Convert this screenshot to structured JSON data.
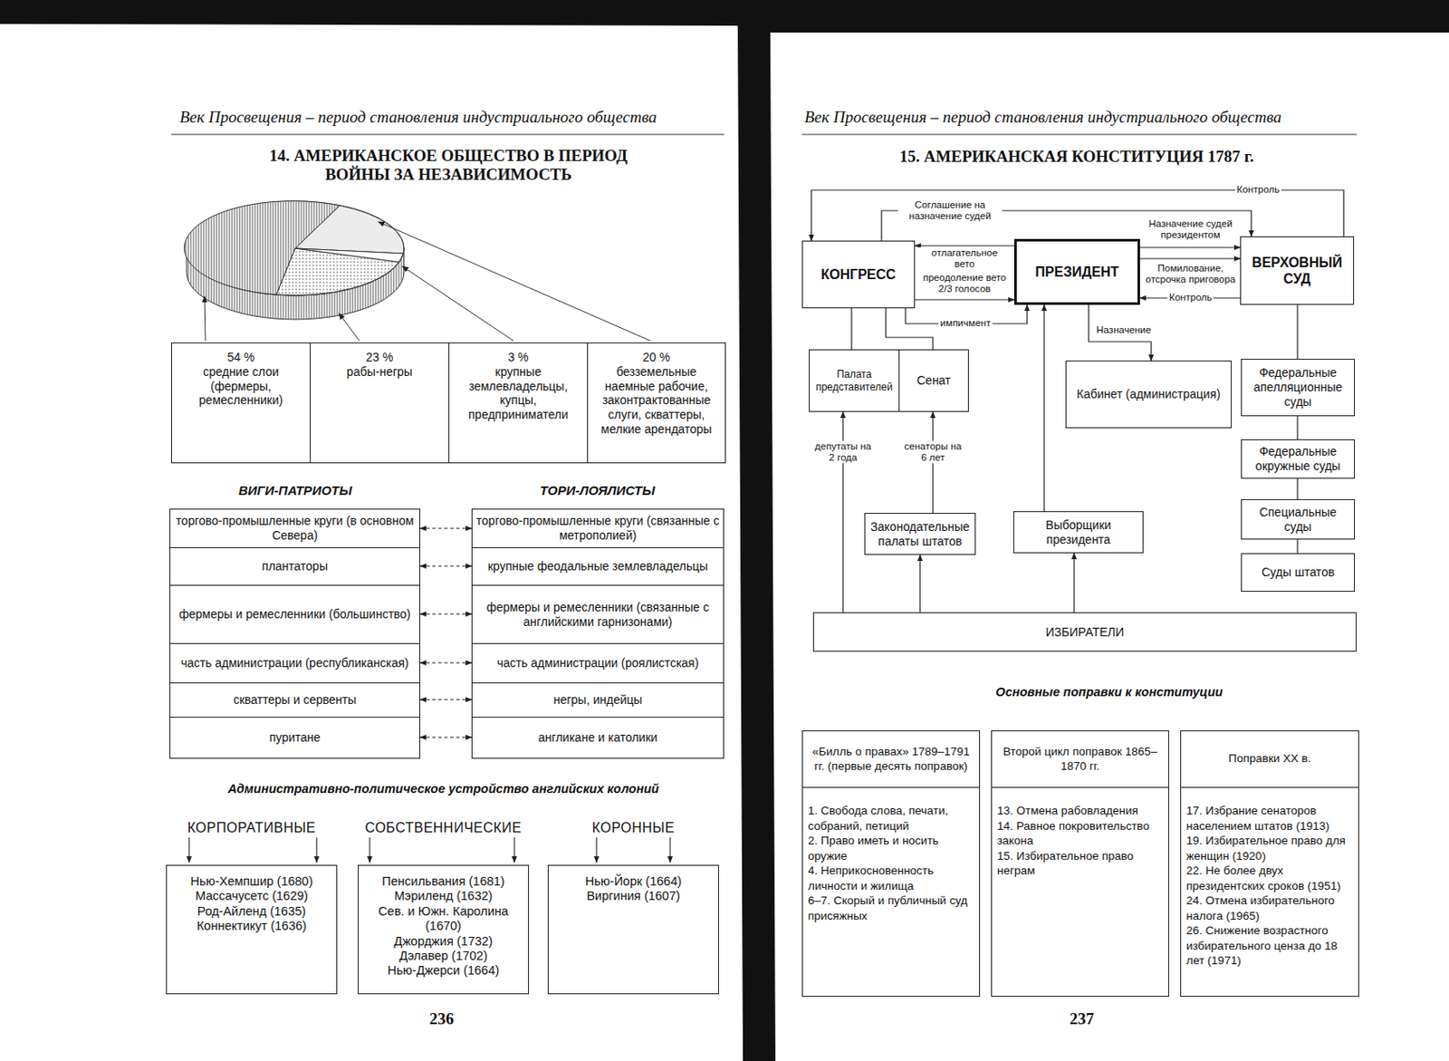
{
  "diagram": {
    "title": "14. АМЕРИКАНСКОЕ ОБЩЕСТВО В ПЕРИОД ВОЙНЫ ЗА НЕЗАВИСИМОСТЬ",
    "nodes": [
      {
        "text": [
          "54 %",
          "средние слои (фермеры, ремесленники)"
        ]
      },
      {
        "text": [
          "23 %",
          "рабы-негры"
        ]
      },
      {
        "text": [
          "3 %",
          "крупные землевладельцы, купцы, предприниматели"
        ]
      },
      {
        "text": [
          "20 %",
          "безземельные наемные рабочие, законтрактованные слуги, скваттеры, мелкие арендаторы"
        ]
      },
      {
        "text": [
          "торгово-промышленные круги (в основном Севера)"
        ]
      },
      {
        "text": [
          "торгово-промышленные круги (связанные с метрополией)"
        ]
      },
      {
        "text": [
          "плантаторы"
        ]
      },
      {
        "text": [
          "крупные феодальные землевладельцы"
        ]
      },
      {
        "text": [
          "фермеры и ремесленники (большинство)"
        ]
      },
      {
        "text": [
          "фермеры и ремесленники (связанные с английскими гарнизонами)"
        ]
      },
      {
        "text": [
          "часть администрации (республиканская)"
        ]
      },
      {
        "text": [
          "часть администрации (роялистская)"
        ]
      },
      {
        "text": [
          "скваттеры и сервенты"
        ]
      },
      {
        "text": [
          "негры, индейцы"
        ]
      },
      {
        "text": [
          "пуритане"
        ]
      },
      {
        "text": [
          "англикане и католики"
        ]
      },
      {
        "text": [
          "КОРПОРАТИВНЫЕ",
          "Нью-Хемпшир (1680)",
          "Массачусетс (1629)",
          "Род-Айленд (1635)",
          "Коннектикут (1636)"
        ]
      },
      {
        "text": [
          "СОБСТВЕННИЧЕСКИЕ",
          "Пенсильвания (1681)",
          "Мэриленд (1632)",
          "Сев. и Южн. Каролина (1670)",
          "Джорджия (1732)",
          "Дэлавер (1702)",
          "Нью-Джерси (1664)"
        ]
      },
      {
        "text": [
          "КОРОННЫЕ",
          "Нью-Йорк (1664)",
          "Виргиния (1607)"
        ]
      },
      {
        "text": [
          "КОНГРЕСС"
        ]
      },
      {
        "text": [
          "ПРЕЗИДЕНТ"
        ]
      },
      {
        "text": [
          "ВЕРХОВНЫЙ СУД"
        ]
      },
      {
        "text": [
          "Палата представителей"
        ]
      },
      {
        "text": [
          "Сенат"
        ]
      },
      {
        "text": [
          "Кабинет (администрация)"
        ]
      },
      {
        "text": [
          "Федеральные апелляционные суды"
        ]
      },
      {
        "text": [
          "Федеральные окружные суды"
        ]
      },
      {
        "text": [
          "Специальные суды"
        ]
      },
      {
        "text": [
          "Суды штатов"
        ]
      },
      {
        "text": [
          "Законодательные палаты штатов"
        ]
      },
      {
        "text": [
          "Выборщики президента"
        ]
      },
      {
        "text": [
          "ИЗБИРАТЕЛИ"
        ]
      },
      {
        "text": [
          "«Билль о правах» 1789–1791 гг. (первые десять поправок)",
          "1. Свобода слова, печати, собраний, петиций",
          "2. Право иметь и носить оружие",
          "4. Неприкосновенность личности и жилища",
          "6–7. Скорый и публичный суд присяжных"
        ]
      },
      {
        "text": [
          "Второй цикл поправок 1865–1870 гг.",
          "13. Отмена рабовладения",
          "14. Равное покровительство закона",
          "15. Избирательное право неграм"
        ]
      },
      {
        "text": [
          "Поправки XX в.",
          "17. Избрание сенаторов населением штатов (1913)",
          "19. Избирательное право для женщин (1920)",
          "22. Не более двух президентских сроков (1951)",
          "24. Отмена избирательного налога (1965)",
          "26. Снижение возрастного избирательного ценза до 18 лет (1971)"
        ]
      }
    ],
    "edges": [
      {
        "from": 4,
        "to": 5,
        "arrow": "both"
      },
      {
        "from": 6,
        "to": 7,
        "arrow": "both"
      },
      {
        "from": 8,
        "to": 9,
        "arrow": "both"
      },
      {
        "from": 10,
        "to": 11,
        "arrow": "both"
      },
      {
        "from": 12,
        "to": 13,
        "arrow": "both"
      },
      {
        "from": 14,
        "to": 15,
        "arrow": "both"
      },
      {
        "from": 21,
        "to": 19,
        "label": "Контроль",
        "arrow": "to"
      },
      {
        "from": 19,
        "to": 21,
        "label": "Соглашение на назначение судей",
        "arrow": "to"
      },
      {
        "from": 20,
        "to": 21,
        "label": "Назначение судей президентом",
        "arrow": "to"
      },
      {
        "from": 20,
        "to": 21,
        "label": "Помилование, отсрочка приговора",
        "arrow": "to"
      },
      {
        "from": 21,
        "to": 20,
        "label": "Контроль",
        "arrow": "to"
      },
      {
        "from": 20,
        "to": 19,
        "label": "отлагательное вето",
        "arrow": "to"
      },
      {
        "from": 19,
        "to": 20,
        "label": "преодоление вето 2/3 голосов",
        "arrow": "to"
      },
      {
        "from": 19,
        "to": 20,
        "label": "импичмент",
        "arrow": "to"
      },
      {
        "from": 19,
        "to": 22,
        "arrow": "none"
      },
      {
        "from": 19,
        "to": 23,
        "arrow": "none"
      },
      {
        "from": 20,
        "to": 24,
        "label": "Назначение",
        "arrow": "to"
      },
      {
        "from": 31,
        "to": 22,
        "label": "депутаты на 2 года",
        "arrow": "to"
      },
      {
        "from": 29,
        "to": 23,
        "label": "сенаторы на 6 лет",
        "arrow": "to"
      },
      {
        "from": 31,
        "to": 29,
        "arrow": "to"
      },
      {
        "from": 31,
        "to": 30,
        "arrow": "to"
      },
      {
        "from": 30,
        "to": 20,
        "arrow": "to"
      },
      {
        "from": 21,
        "to": 25,
        "arrow": "none"
      },
      {
        "from": 25,
        "to": 26,
        "arrow": "none"
      },
      {
        "from": 26,
        "to": 27,
        "arrow": "none"
      },
      {
        "from": 27,
        "to": 28,
        "arrow": "none"
      }
    ],
    "labels": [
      "Век Просвещения – период становления индустриального общества",
      "ВИГИ-ПАТРИОТЫ",
      "ТОРИ-ЛОЯЛИСТЫ",
      "Административно-политическое устройство английских колоний",
      "236",
      "Век Просвещения – период становления индустриального общества",
      "15. АМЕРИКАНСКАЯ КОНСТИТУЦИЯ 1787 г.",
      "Основные поправки к конституции",
      "237"
    ]
  }
}
